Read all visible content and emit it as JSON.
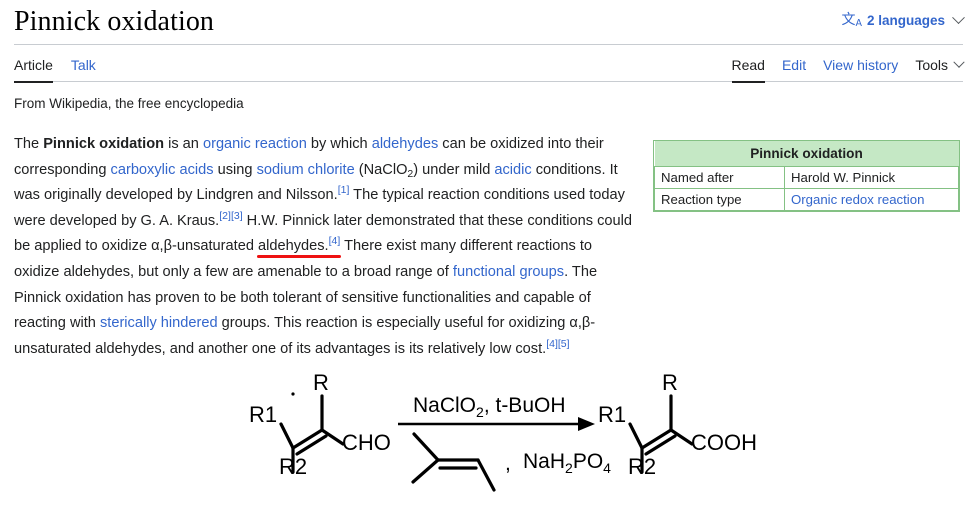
{
  "header": {
    "title": "Pinnick oxidation",
    "language_selector": {
      "icon": "language-icon",
      "glyph": "文",
      "glyph_sub": "A",
      "label": "2 languages"
    }
  },
  "namespace_tabs": [
    {
      "label": "Article",
      "selected": true
    },
    {
      "label": "Talk",
      "selected": false
    }
  ],
  "view_tabs": [
    {
      "label": "Read",
      "selected": true
    },
    {
      "label": "Edit",
      "selected": false
    },
    {
      "label": "View history",
      "selected": false
    }
  ],
  "tools_menu": {
    "label": "Tools"
  },
  "site_sub": "From Wikipedia, the free encyclopedia",
  "article": {
    "paragraph": {
      "t1": "The ",
      "bold_term": "Pinnick oxidation",
      "t2": " is an ",
      "link_organic_reaction": "organic reaction",
      "t3": " by which ",
      "link_aldehydes": "aldehydes",
      "t4": " can be oxidized into their corresponding ",
      "link_carboxylic_acids": "carboxylic acids",
      "t5": " using ",
      "link_sodium_chlorite": "sodium chlorite",
      "t6": " (NaClO",
      "sub_2": "2",
      "t7": ") under mild ",
      "link_acidic": "acidic",
      "t8": " conditions. It was originally developed by Lindgren and Nilsson.",
      "ref1": "[1]",
      "t9": " The typical reaction conditions used today were developed by G. A. Kraus.",
      "ref2": "[2]",
      "ref3": "[3]",
      "t10": " H.W. Pinnick later demonstrated that these conditions could be applied to oxidize α,β-unsaturated ",
      "highlighted_term": "aldehydes.",
      "ref4": "[4]",
      "t11": " There exist many different reactions to oxidize aldehydes, but only a few are amenable to a broad range of ",
      "link_functional_groups": "functional groups",
      "t12": ". The Pinnick oxidation has proven to be both tolerant of sensitive functionalities and capable of reacting with ",
      "link_sterically_hindered": "sterically hindered",
      "t13": " groups. This reaction is especially useful for oxidizing α,β-unsaturated aldehydes, and another one of its advantages is its relatively low cost.",
      "ref4b": "[4]",
      "ref5": "[5]"
    },
    "annotation": {
      "type": "red-underline",
      "color": "#ee1111",
      "over_text": "aldehydes.[4]"
    }
  },
  "infobox": {
    "title": "Pinnick oxidation",
    "rows": [
      {
        "label": "Named after",
        "value": "Harold W. Pinnick",
        "is_link": false
      },
      {
        "label": "Reaction type",
        "value": "Organic redox reaction",
        "is_link": true
      }
    ],
    "header_color": "#c5e8c5",
    "border_color": "#84c184"
  },
  "reaction_scheme": {
    "reactant": {
      "substituent_top": "R",
      "substituent_upper_left": "R1",
      "substituent_lower_left": "R2",
      "functional_group": "CHO"
    },
    "reagents_above": {
      "part1": "NaClO",
      "sub1": "2",
      "part2": ", t-BuOH"
    },
    "reagents_below": {
      "comma": ",",
      "part1": "NaH",
      "sub1": "2",
      "part2": "PO",
      "sub2": "4",
      "structure": "2-methyl-2-butene"
    },
    "product": {
      "substituent_top": "R",
      "substituent_upper_left": "R1",
      "substituent_lower_left": "R2",
      "functional_group": "COOH"
    }
  }
}
